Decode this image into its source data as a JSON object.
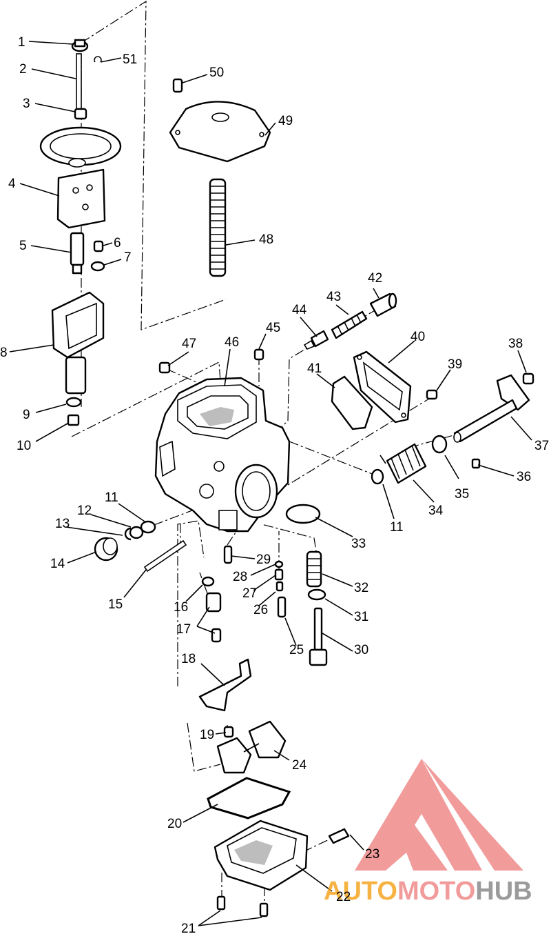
{
  "diagram": {
    "callouts": [
      {
        "id": "1",
        "text": "1"
      },
      {
        "id": "2",
        "text": "2"
      },
      {
        "id": "3",
        "text": "3"
      },
      {
        "id": "4",
        "text": "4"
      },
      {
        "id": "5",
        "text": "5"
      },
      {
        "id": "6",
        "text": "6"
      },
      {
        "id": "7",
        "text": "7"
      },
      {
        "id": "8",
        "text": "8"
      },
      {
        "id": "9",
        "text": "9"
      },
      {
        "id": "10",
        "text": "10"
      },
      {
        "id": "11a",
        "text": "11"
      },
      {
        "id": "11b",
        "text": "11"
      },
      {
        "id": "12",
        "text": "12"
      },
      {
        "id": "13",
        "text": "13"
      },
      {
        "id": "14",
        "text": "14"
      },
      {
        "id": "15",
        "text": "15"
      },
      {
        "id": "16",
        "text": "16"
      },
      {
        "id": "17",
        "text": "17"
      },
      {
        "id": "18",
        "text": "18"
      },
      {
        "id": "19",
        "text": "19"
      },
      {
        "id": "20",
        "text": "20"
      },
      {
        "id": "21",
        "text": "21"
      },
      {
        "id": "22",
        "text": "22"
      },
      {
        "id": "23",
        "text": "23"
      },
      {
        "id": "24",
        "text": "24"
      },
      {
        "id": "25",
        "text": "25"
      },
      {
        "id": "26",
        "text": "26"
      },
      {
        "id": "27",
        "text": "27"
      },
      {
        "id": "28",
        "text": "28"
      },
      {
        "id": "29",
        "text": "29"
      },
      {
        "id": "30",
        "text": "30"
      },
      {
        "id": "31",
        "text": "31"
      },
      {
        "id": "32",
        "text": "32"
      },
      {
        "id": "33",
        "text": "33"
      },
      {
        "id": "34",
        "text": "34"
      },
      {
        "id": "35",
        "text": "35"
      },
      {
        "id": "36",
        "text": "36"
      },
      {
        "id": "37",
        "text": "37"
      },
      {
        "id": "38",
        "text": "38"
      },
      {
        "id": "39",
        "text": "39"
      },
      {
        "id": "40",
        "text": "40"
      },
      {
        "id": "41",
        "text": "41"
      },
      {
        "id": "42",
        "text": "42"
      },
      {
        "id": "43",
        "text": "43"
      },
      {
        "id": "44",
        "text": "44"
      },
      {
        "id": "45",
        "text": "45"
      },
      {
        "id": "46",
        "text": "46"
      },
      {
        "id": "47",
        "text": "47"
      },
      {
        "id": "48",
        "text": "48"
      },
      {
        "id": "49",
        "text": "49"
      },
      {
        "id": "50",
        "text": "50"
      },
      {
        "id": "51",
        "text": "51"
      }
    ]
  },
  "watermark": {
    "auto": "AUTO",
    "moto": "MOTO",
    "hub": "HUB",
    "colors": {
      "auto": "#f5a623",
      "moto": "#ef8a8a",
      "hub": "#8a8a8a",
      "logo": "#ef8a8a"
    }
  }
}
